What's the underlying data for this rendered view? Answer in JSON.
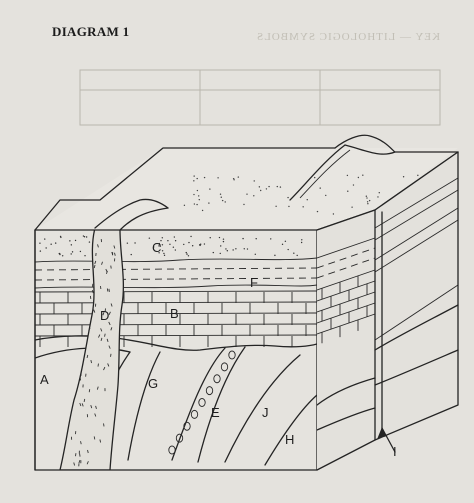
{
  "title": "DIAGRAM 1",
  "labels": {
    "A": "A",
    "B": "B",
    "C": "C",
    "D": "D",
    "E": "E",
    "F": "F",
    "G": "G",
    "H": "H",
    "I": "I",
    "J": "J"
  },
  "colors": {
    "paper": "#e4e2dd",
    "ink": "#242424"
  }
}
